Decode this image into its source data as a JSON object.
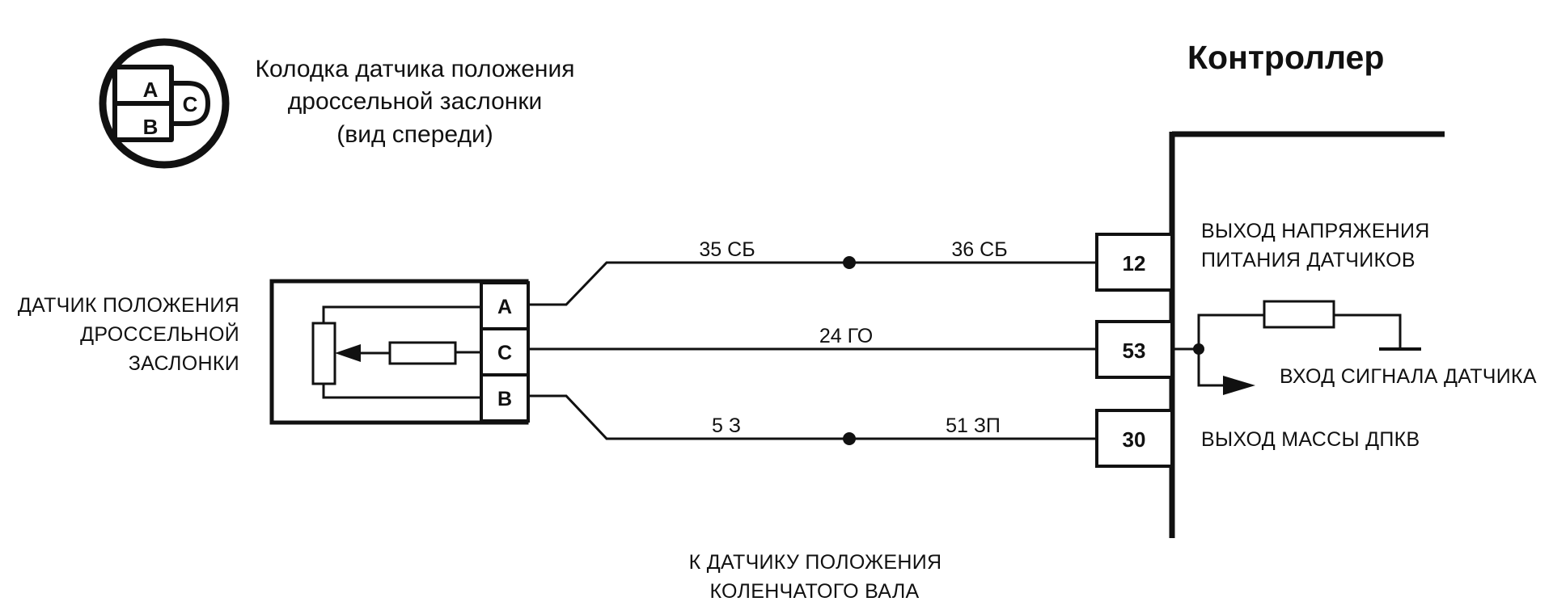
{
  "connector_view": {
    "pins": {
      "a": "A",
      "b": "B",
      "c": "C"
    },
    "caption": [
      "Колодка датчика положения",
      "дроссельной заслонки",
      "(вид спереди)"
    ]
  },
  "controller": {
    "title": "Контроллер",
    "terminals": [
      {
        "number": "12",
        "description": [
          "ВЫХОД НАПРЯЖЕНИЯ",
          "ПИТАНИЯ ДАТЧИКОВ"
        ]
      },
      {
        "number": "53",
        "description": [
          "ВХОД СИГНАЛА ДАТЧИКА"
        ]
      },
      {
        "number": "30",
        "description": [
          "ВЫХОД МАССЫ ДПКВ"
        ]
      }
    ]
  },
  "sensor": {
    "label": [
      "ДАТЧИК ПОЛОЖЕНИЯ",
      "ДРОССЕЛЬНОЙ",
      "ЗАСЛОНКИ"
    ],
    "pins": [
      "A",
      "C",
      "B"
    ]
  },
  "wires": {
    "supply": {
      "left": "35 СБ",
      "right": "36 СБ"
    },
    "signal": {
      "label": "24 ГО"
    },
    "ground": {
      "left": "5 З",
      "right": "51 ЗП"
    }
  },
  "footnote": [
    "К ДАТЧИКУ ПОЛОЖЕНИЯ",
    "КОЛЕНЧАТОГО ВАЛА"
  ]
}
